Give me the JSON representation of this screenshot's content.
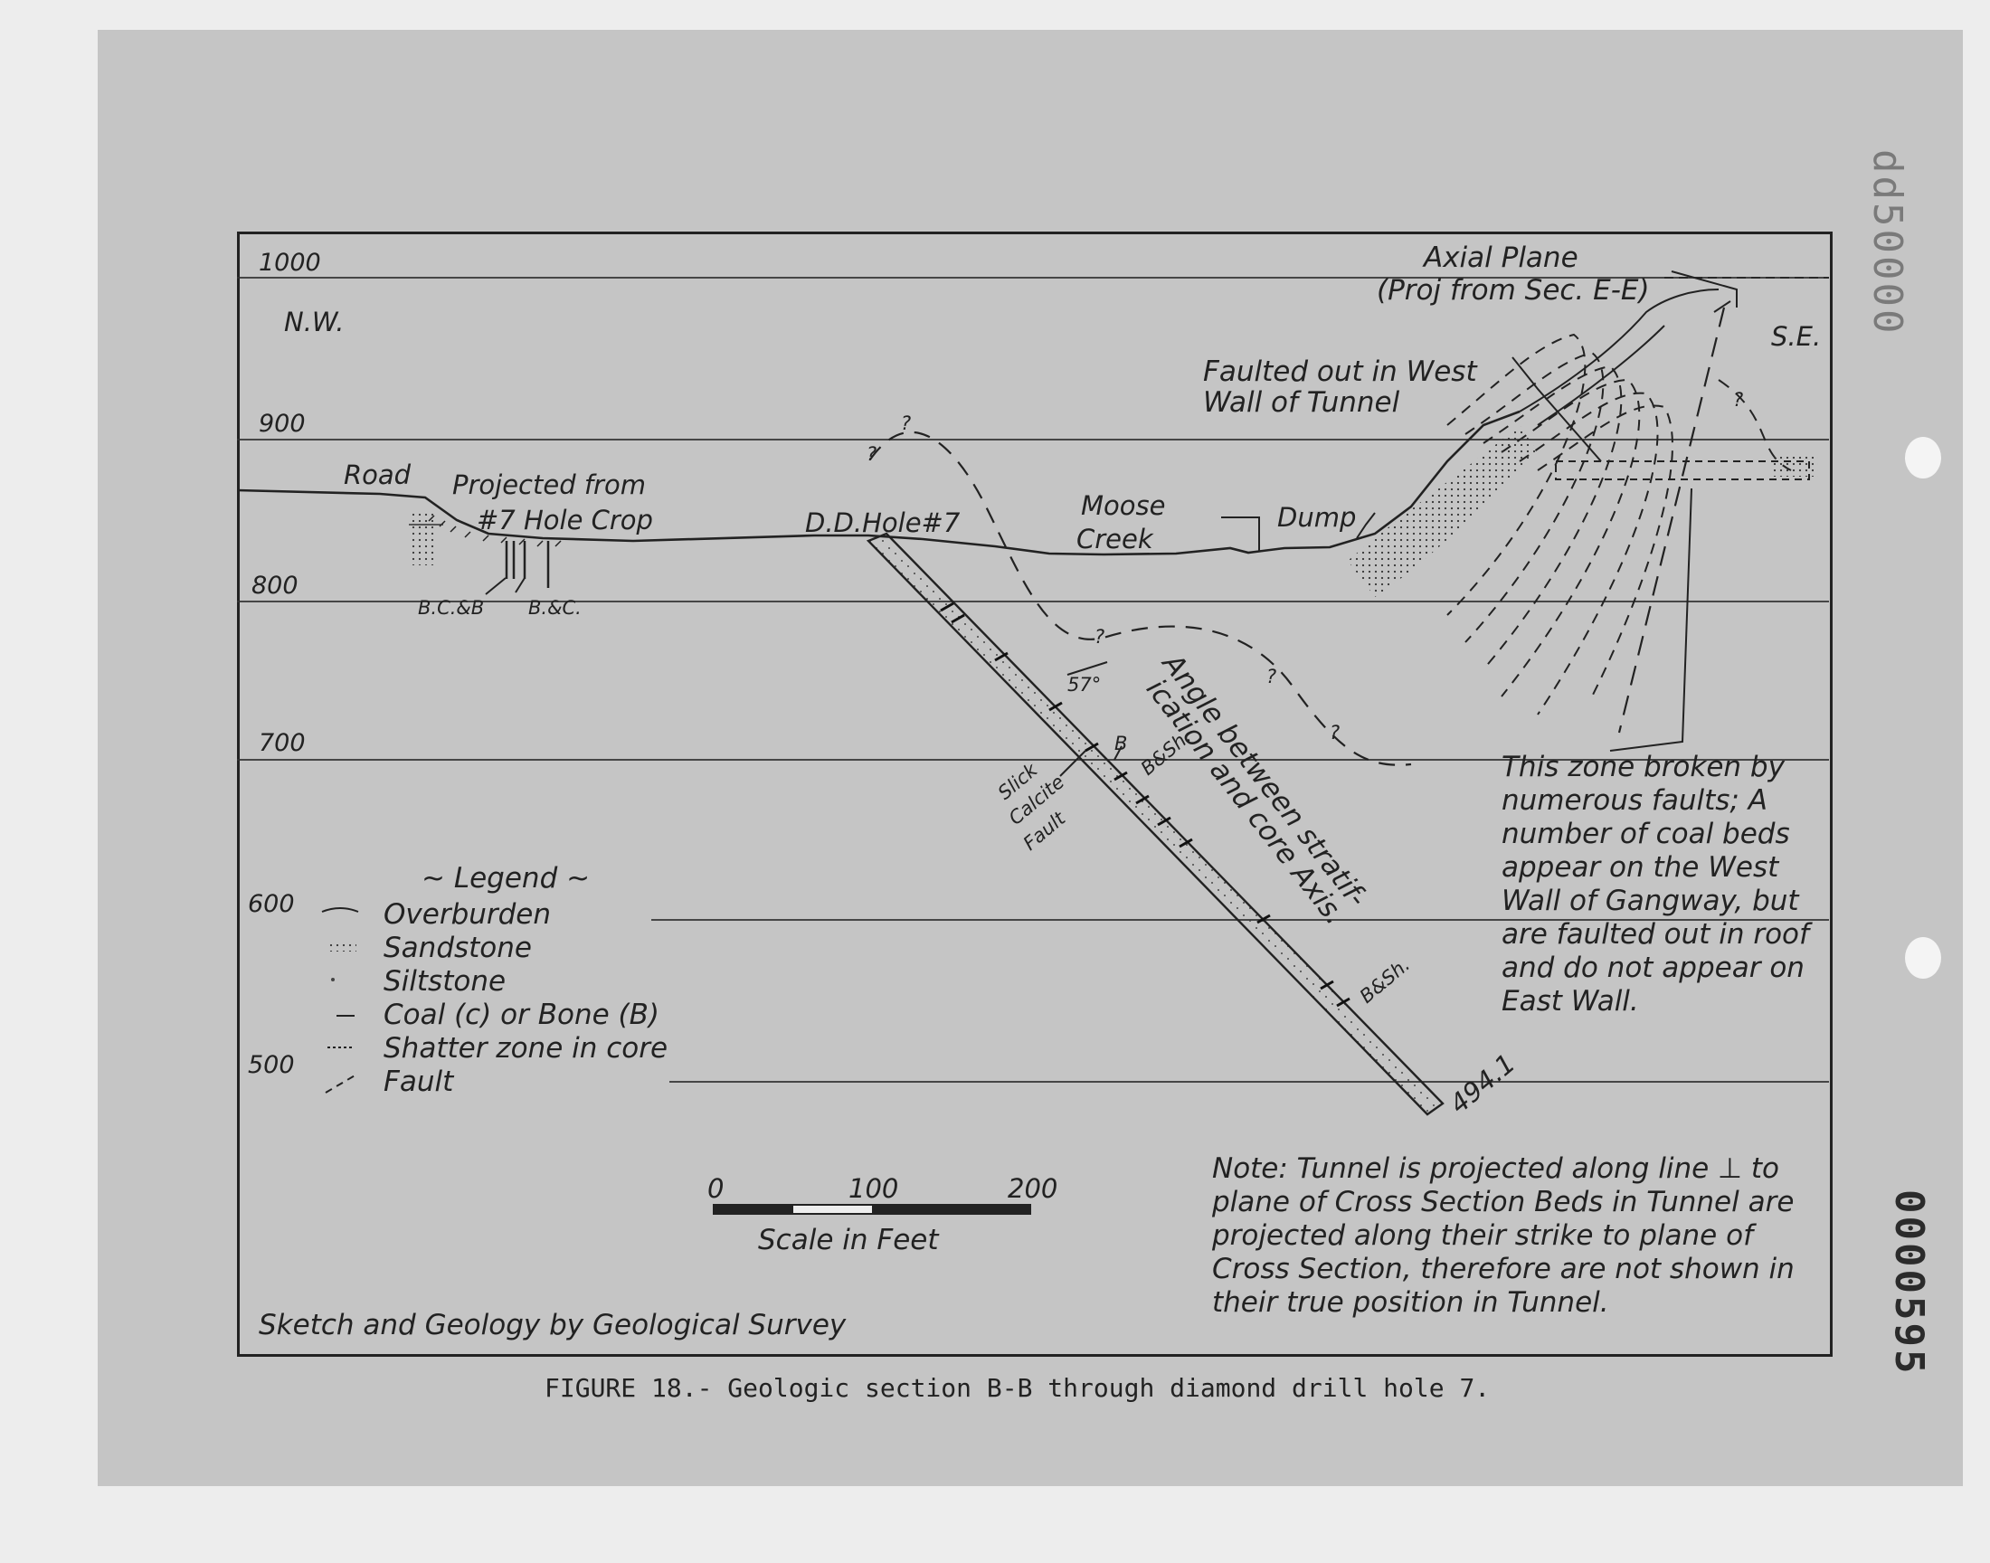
{
  "stamps": {
    "top": "dd50000",
    "side": "0000595"
  },
  "caption": "FIGURE 18.- Geologic section B-B through diamond drill hole 7.",
  "section": {
    "elevations": [
      "1000",
      "900",
      "800",
      "700",
      "600",
      "500"
    ],
    "directions": {
      "nw": "N.W.",
      "se": "S.E."
    },
    "labels": {
      "axial_plane_1": "Axial Plane",
      "axial_plane_2": "(Proj from Sec. E-E)",
      "faulted_1": "Faulted out in West",
      "faulted_2": "Wall of Tunnel",
      "road": "Road",
      "projected_1": "Projected from",
      "projected_2": "#7 Hole Crop",
      "dd_hole": "D.D.Hole#7",
      "moose": "Moose",
      "creek": "Creek",
      "dump": "Dump",
      "bcb": "B.C.&B",
      "bc": "B.&C.",
      "angle": "57°",
      "angle_note_1": "Angle between stratif-",
      "angle_note_2": "ication and core Axis.",
      "b": "B",
      "bsh_1": "B&Sh.",
      "bsh_2": "B&Sh.",
      "slick": "Slick",
      "calcite": "Calcite",
      "fault": "Fault",
      "depth": "494.1",
      "q": "?"
    },
    "zone_note": "This zone broken by numerous faults; A number of coal beds appear on the West Wall of Gangway, but are faulted out in roof and do not appear on East Wall.",
    "legend": {
      "title": "~ Legend ~",
      "items": [
        "Overburden",
        "Sandstone",
        "Siltstone",
        "Coal (c) or Bone (B)",
        "Shatter zone in core",
        "Fault"
      ]
    },
    "scale": {
      "ticks": [
        "0",
        "100",
        "200"
      ],
      "label": "Scale in Feet"
    },
    "credit": "Sketch and Geology by Geological Survey",
    "note": "Note: Tunnel is projected along line ⊥ to plane of Cross Section Beds in Tunnel are projected along their strike to plane of Cross Section, therefore are not shown in their true position in Tunnel."
  }
}
